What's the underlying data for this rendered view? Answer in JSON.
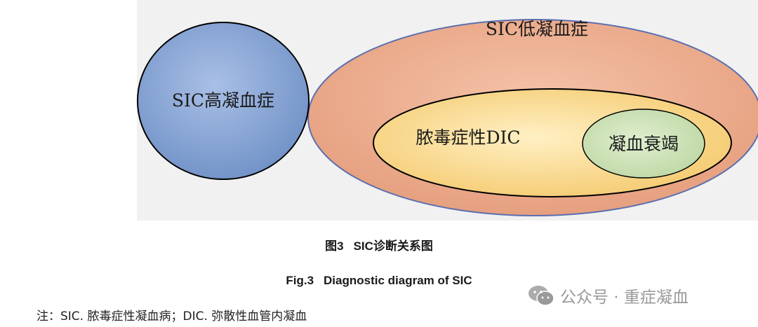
{
  "diagram": {
    "nodes": [
      {
        "id": "hyper",
        "label": "SIC高凝血症",
        "fill": "#7f9fd0",
        "stroke": "#000000"
      },
      {
        "id": "hypo",
        "label": "SIC低凝血症",
        "fill": "#e9a484",
        "stroke": "#5b6fb0"
      },
      {
        "id": "sepsis-dic",
        "label": "脓毒症性DIC",
        "fill": "#f6cf7a",
        "stroke": "#000000"
      },
      {
        "id": "failure",
        "label": "凝血衰竭",
        "fill": "#c9dfb4",
        "stroke": "#000000"
      }
    ]
  },
  "caption": {
    "cn_prefix": "图3",
    "cn_title": "SIC诊断关系图",
    "en_prefix": "Fig.3",
    "en_title": "Diagnostic diagram of SIC"
  },
  "note": "注：SIC. 脓毒症性凝血病；DIC. 弥散性血管内凝血",
  "watermark": {
    "icon": "wechat-icon",
    "text": "公众号 · 重症凝血"
  }
}
